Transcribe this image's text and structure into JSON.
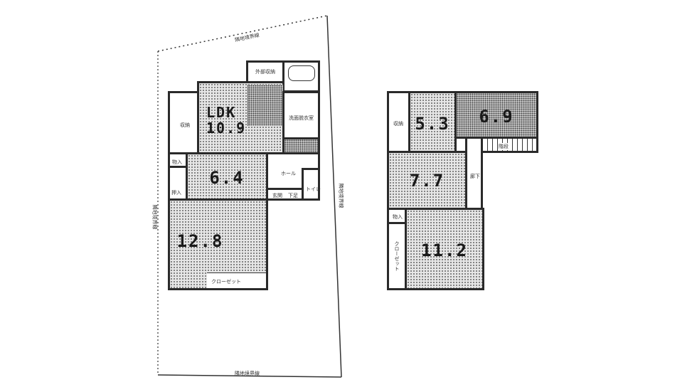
{
  "site": {
    "road_top": "隣地境界線",
    "road_right": "隣地境界線",
    "road_left": "隣地境界線",
    "road_bottom": "隣地境界線"
  },
  "floor1": {
    "ldk_label": "LDK",
    "ldk_size": "10.9",
    "room_a": "6.4",
    "room_b": "12.8",
    "storage_outdoor": "外部収納",
    "storage_left": "収納",
    "washroom": "洗面脱衣室",
    "hall": "ホール",
    "entrance": "玄関",
    "toilet": "トイレ",
    "closet1": "物入",
    "closet2": "押入",
    "closet3": "クローゼット",
    "shoe": "下足"
  },
  "floor2": {
    "room_a": "5.3",
    "room_b": "6.9",
    "room_c": "7.7",
    "room_d": "11.2",
    "closet1": "収納",
    "closet2": "物入",
    "closet3": "クローゼット",
    "hall": "廊下",
    "stairs": "階段"
  }
}
